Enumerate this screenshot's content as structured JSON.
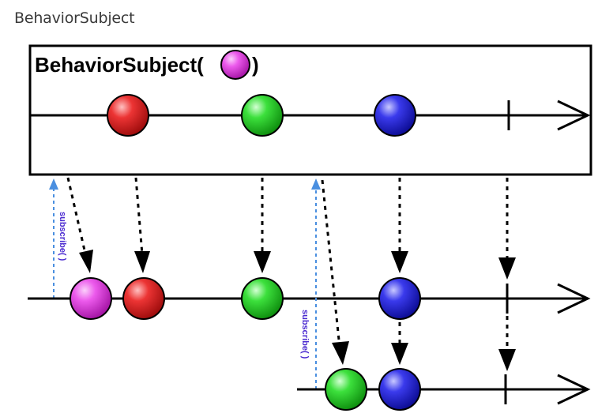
{
  "heading": "BehaviorSubject",
  "diagram": {
    "title_prefix": "BehaviorSubject(",
    "title_suffix": ")",
    "subscribe_label_1": "subscribe( )",
    "subscribe_label_2": "subscribe( )"
  },
  "colors": {
    "magenta": "#e040e0",
    "red": "#e02020",
    "green": "#20d020",
    "blue": "#2020e0",
    "subscribe_arrow": "#4a8fe0",
    "subscribe_text": "#4a2ad0"
  }
}
